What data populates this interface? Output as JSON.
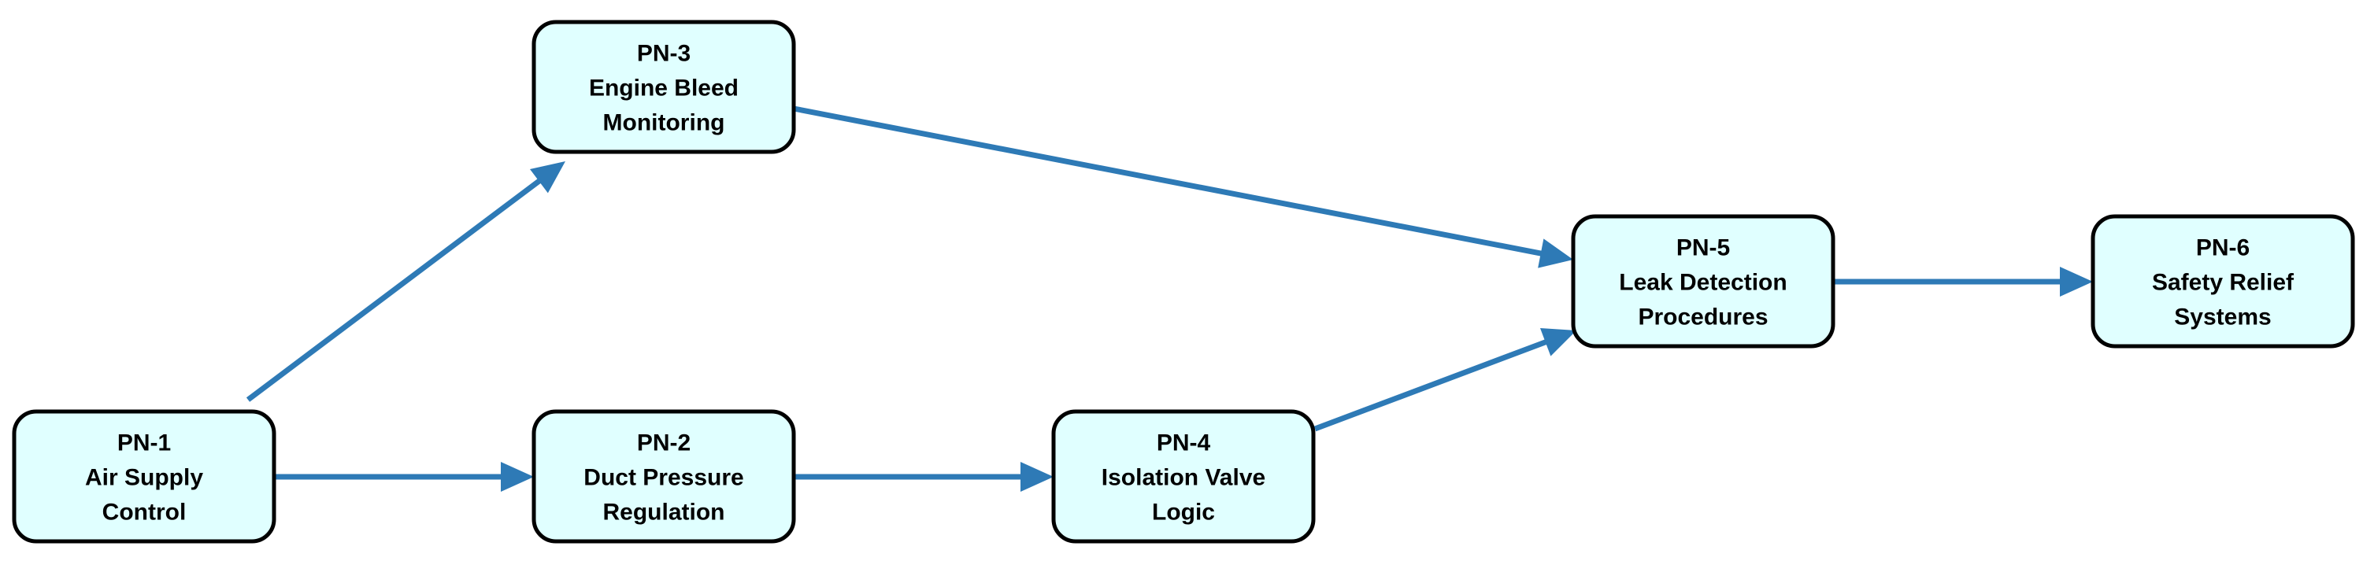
{
  "colors": {
    "node_fill": "#E0FFFF",
    "node_stroke": "#000000",
    "edge": "#2E7AB6",
    "text": "#000000"
  },
  "nodes": [
    {
      "id": "PN-1",
      "lines": [
        "PN-1",
        "Air Supply",
        "Control"
      ]
    },
    {
      "id": "PN-2",
      "lines": [
        "PN-2",
        "Duct Pressure",
        "Regulation"
      ]
    },
    {
      "id": "PN-3",
      "lines": [
        "PN-3",
        "Engine Bleed",
        "Monitoring"
      ]
    },
    {
      "id": "PN-4",
      "lines": [
        "PN-4",
        "Isolation Valve",
        "Logic"
      ]
    },
    {
      "id": "PN-5",
      "lines": [
        "PN-5",
        "Leak Detection",
        "Procedures"
      ]
    },
    {
      "id": "PN-6",
      "lines": [
        "PN-6",
        "Safety Relief",
        "Systems"
      ]
    }
  ],
  "edges": [
    {
      "from": "PN-1",
      "to": "PN-2"
    },
    {
      "from": "PN-1",
      "to": "PN-3"
    },
    {
      "from": "PN-2",
      "to": "PN-4"
    },
    {
      "from": "PN-3",
      "to": "PN-5"
    },
    {
      "from": "PN-4",
      "to": "PN-5"
    },
    {
      "from": "PN-5",
      "to": "PN-6"
    }
  ]
}
